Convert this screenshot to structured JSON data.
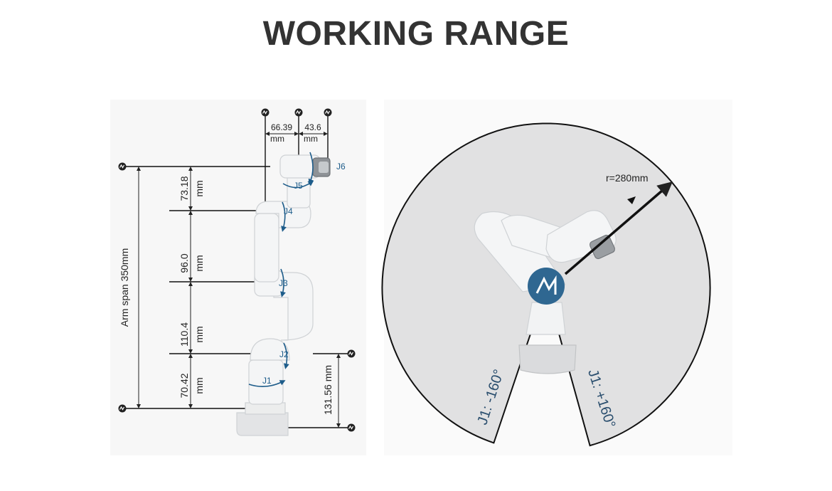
{
  "title": "WORKING RANGE",
  "colors": {
    "title": "#333333",
    "arm": "#f4f5f6",
    "joint_blue": "#1d5c8a",
    "range_disc": "#e1e1e2",
    "logo": "#2f6791"
  },
  "left_view": {
    "top_dims": [
      {
        "value": "66.39",
        "unit": "mm"
      },
      {
        "value": "43.6",
        "unit": "mm"
      }
    ],
    "vertical_dims": [
      {
        "value": "73.18",
        "unit": "mm"
      },
      {
        "value": "96.0",
        "unit": "mm"
      },
      {
        "value": "110.4",
        "unit": "mm"
      },
      {
        "value": "70.42",
        "unit": "mm"
      }
    ],
    "arm_span": "Arm span 350mm",
    "base_height": "131.56 mm",
    "joints": [
      "J1",
      "J2",
      "J3",
      "J4",
      "J5",
      "J6"
    ],
    "marker_icon": "datum-marker-icon"
  },
  "right_view": {
    "radius": "r=280mm",
    "j1_min": "J1: -160°",
    "j1_max": "J1: +160°",
    "logo_icon": "brand-logo-icon"
  }
}
